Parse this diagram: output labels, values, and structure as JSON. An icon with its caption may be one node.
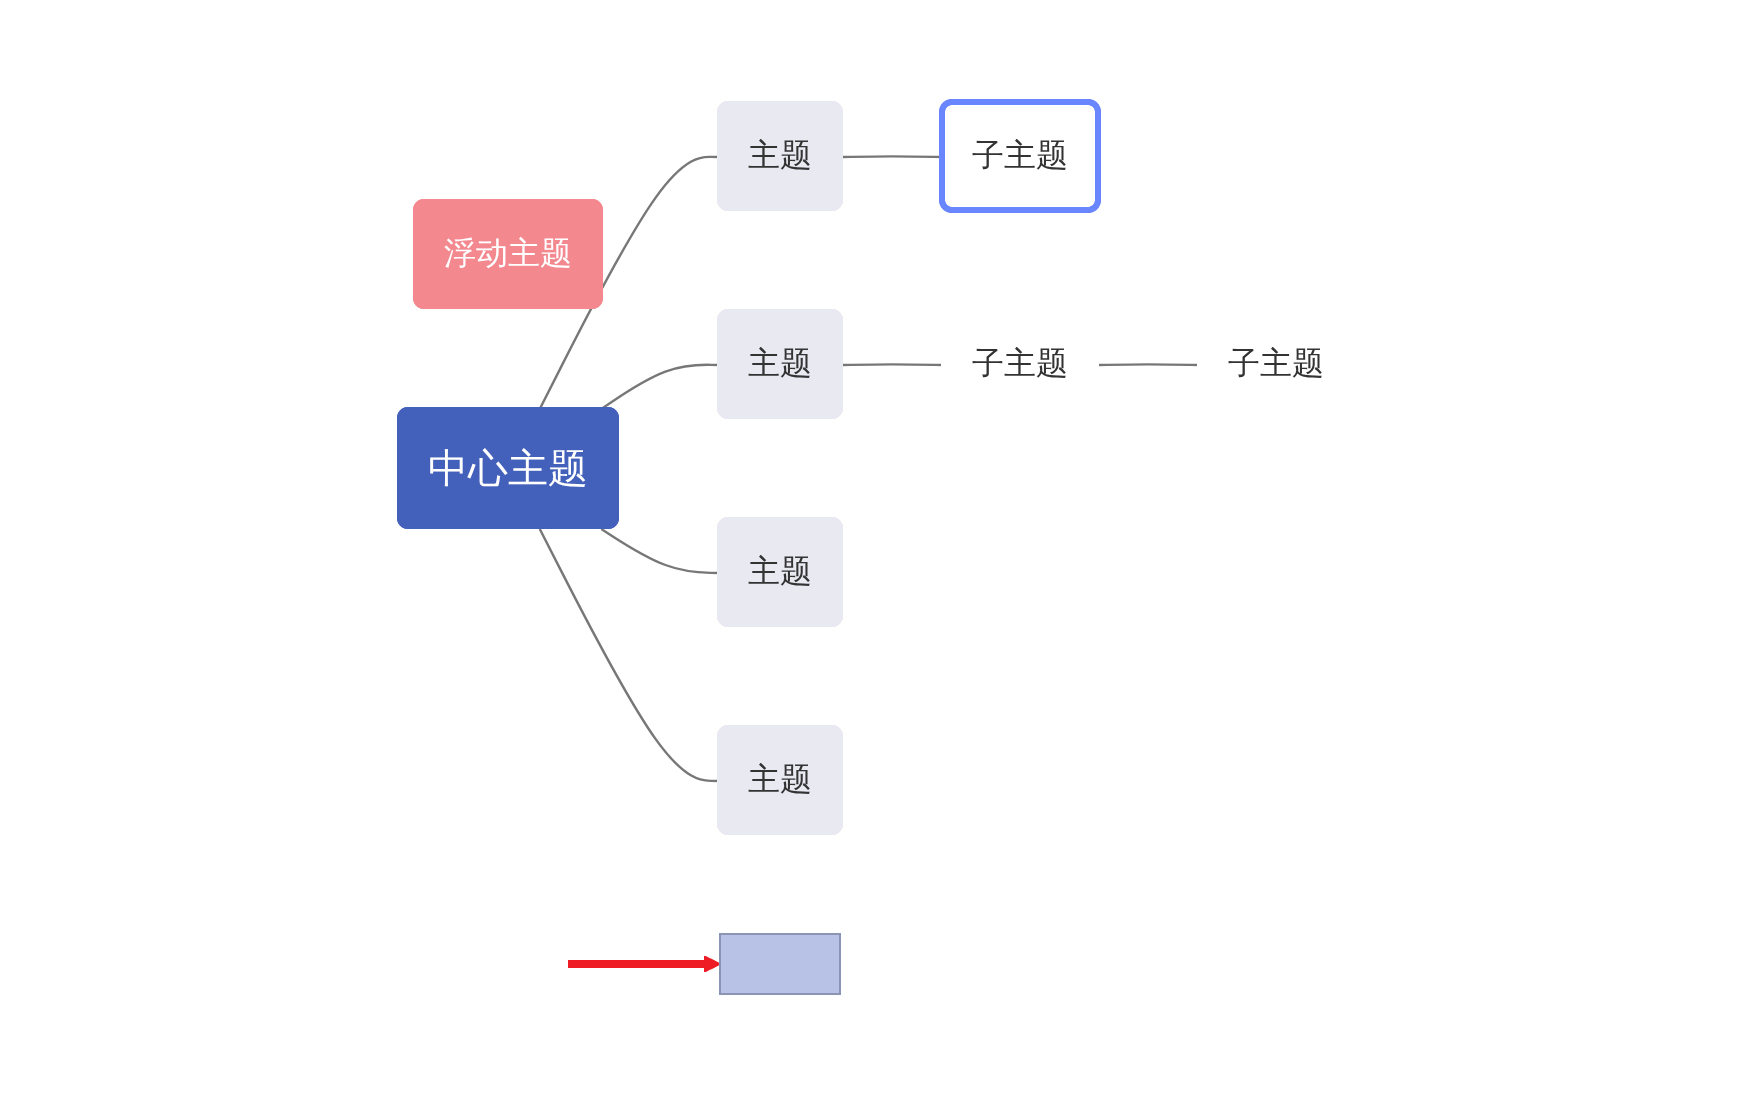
{
  "diagram": {
    "nodes": [
      {
        "text": [
          "浮动主题"
        ]
      },
      {
        "text": [
          "中心主题"
        ]
      },
      {
        "text": [
          "主题"
        ]
      },
      {
        "text": [
          "子主题"
        ]
      },
      {
        "text": [
          "主题"
        ]
      },
      {
        "text": [
          "子主题"
        ]
      },
      {
        "text": [
          "子主题"
        ]
      },
      {
        "text": [
          "主题"
        ]
      },
      {
        "text": [
          "主题"
        ]
      },
      {
        "text": [],
        "shape": "box"
      }
    ],
    "edges": [
      {
        "from": 1,
        "to": 2,
        "arrow": "none"
      },
      {
        "from": 2,
        "to": 3,
        "arrow": "none"
      },
      {
        "from": 1,
        "to": 4,
        "arrow": "none"
      },
      {
        "from": 4,
        "to": 5,
        "arrow": "none"
      },
      {
        "from": 5,
        "to": 6,
        "arrow": "none"
      },
      {
        "from": 1,
        "to": 7,
        "arrow": "none"
      },
      {
        "from": 1,
        "to": 8,
        "arrow": "none"
      },
      {
        "from": null,
        "to": 9,
        "arrow": "to",
        "style": "thick",
        "color": "#ee1c25"
      }
    ]
  }
}
